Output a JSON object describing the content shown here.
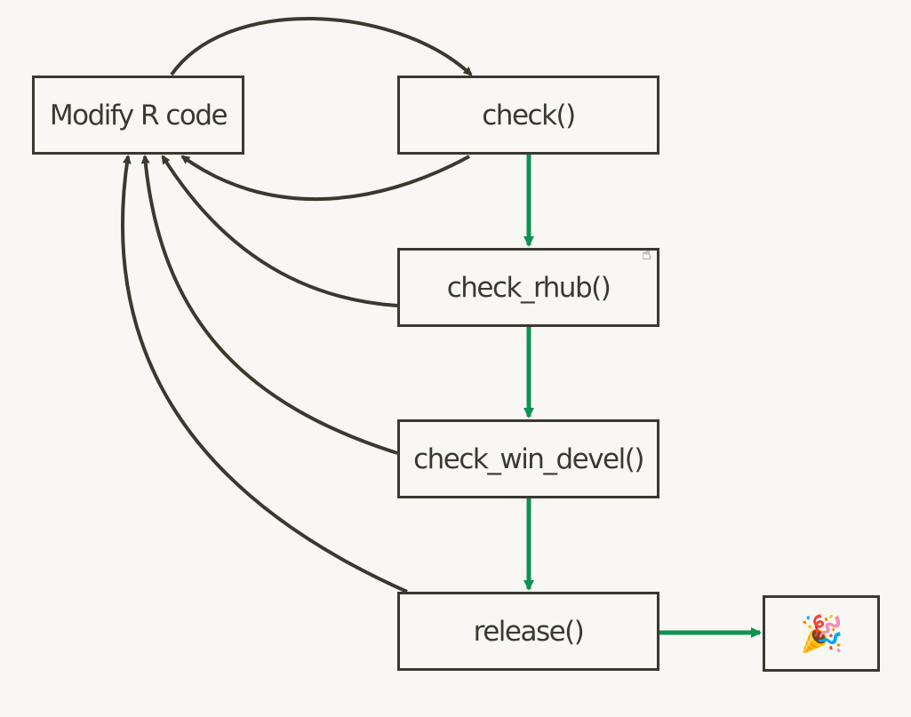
{
  "nodes": {
    "modify": "Modify R code",
    "check": "check()",
    "rhub": "check_rhub()",
    "win": "check_win_devel()",
    "release": "release()",
    "party": "🎉"
  },
  "colors": {
    "background": "#f9f7f3",
    "box_border": "#3b3830",
    "text": "#3b3830",
    "loop_arrow": "#3b3830",
    "flow_arrow": "#0e9254"
  },
  "icons": {
    "cursor": "hand-pointer-icon",
    "party": "party-popper-icon"
  }
}
